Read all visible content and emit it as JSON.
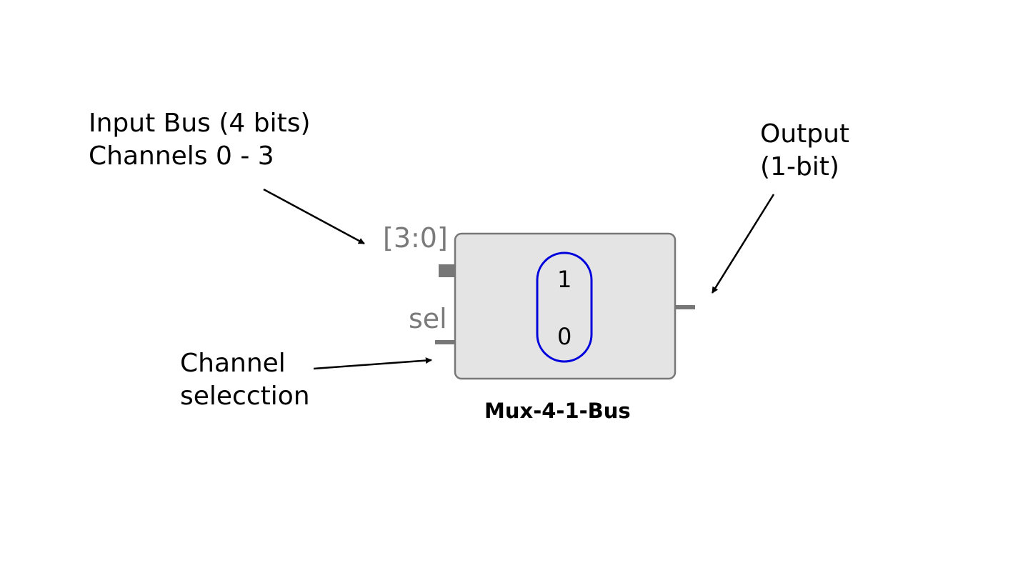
{
  "annotations": {
    "input_bus": {
      "line1": "Input Bus (4 bits)",
      "line2": "Channels 0 - 3"
    },
    "output": {
      "line1": "Output",
      "line2": "(1-bit)"
    },
    "selection": {
      "line1": "Channel",
      "line2": "selecction"
    }
  },
  "block": {
    "name": "Mux-4-1-Bus",
    "input_port_label": "[3:0]",
    "sel_port_label": "sel",
    "selector_top": "1",
    "selector_bottom": "0"
  },
  "colors": {
    "block_fill": "#e4e4e4",
    "block_border": "#777777",
    "port": "#777777",
    "selector": "#0000dd",
    "arrow": "#000000"
  }
}
